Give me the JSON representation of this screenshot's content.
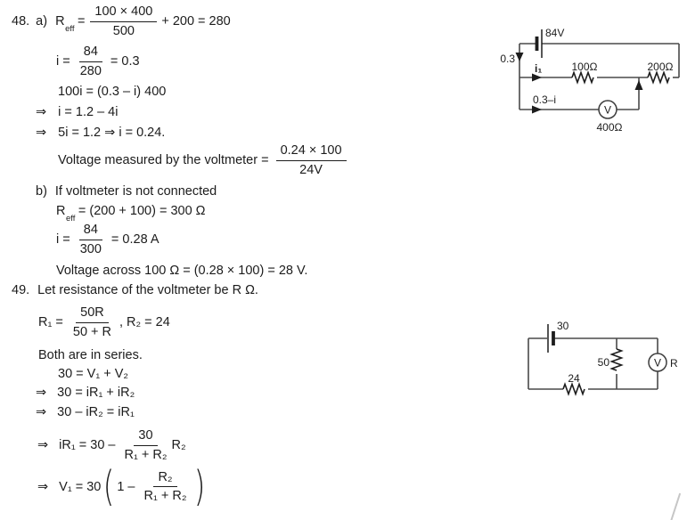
{
  "eq48": {
    "num": "48.",
    "a_label": "a)",
    "reff_base": "R",
    "reff_sub": "eff",
    "reff_eq": "=",
    "f1_num": "100 × 400",
    "f1_den": "500",
    "f1_tail": "+ 200 = 280",
    "i_pre": "i =",
    "f2_num": "84",
    "f2_den": "280",
    "f2_tail": "= 0.3",
    "l3": "100i = (0.3 – i) 400",
    "arrow": "⇒",
    "l4": "i = 1.2 – 4i",
    "l5": "5i = 1.2 ⇒ i = 0.24.",
    "volt_pre": "Voltage measured by the voltmeter =",
    "f3_num": "0.24 × 100",
    "f3_den": "24V",
    "b_label": "b)",
    "b_l1": "If voltmeter is not connected",
    "b_reff_base": "R",
    "b_reff_sub": "eff",
    "b_reff_tail": "= (200 + 100) = 300 Ω",
    "b_i_pre": "i =",
    "f4_num": "84",
    "f4_den": "300",
    "f4_tail": "= 0.28 A",
    "b_l4": "Voltage across 100 Ω = (0.28 × 100) = 28 V."
  },
  "eq49": {
    "num": "49.",
    "l1": "Let resistance of the voltmeter be R Ω.",
    "r1_pre": "R₁ =",
    "f1_num": "50R",
    "f1_den": "50 + R",
    "r1_tail": ", R₂ = 24",
    "l3": "Both are in series.",
    "l4": "30 = V₁ + V₂",
    "arrow": "⇒",
    "l5": "30 = iR₁ + iR₂",
    "l6": "30 – iR₂ = iR₁",
    "l7_pre": "iR₁ = 30 –",
    "f2_num": "30",
    "f2_den": "R₁ + R₂",
    "l7_tail": "R₂",
    "l8_pre": "V₁ = 30",
    "l8_open": "(",
    "l8_inner": "1 –",
    "f3_num": "R₂",
    "f3_den": "R₁ + R₂",
    "l8_close": ")"
  },
  "circuit1": {
    "battery_label": "84V",
    "current_total": "0.3",
    "current_branch1": "i₁",
    "resistor1_label": "100Ω",
    "resistor2_label": "200Ω",
    "current_branch2": "0.3–i",
    "voltmeter_letter": "V",
    "voltmeter_resistance": "400Ω"
  },
  "circuit2": {
    "battery_label": "30",
    "series_resistor_label": "24",
    "parallel_resistor_label": "50",
    "voltmeter_letter": "V",
    "voltmeter_resistance": "R"
  }
}
